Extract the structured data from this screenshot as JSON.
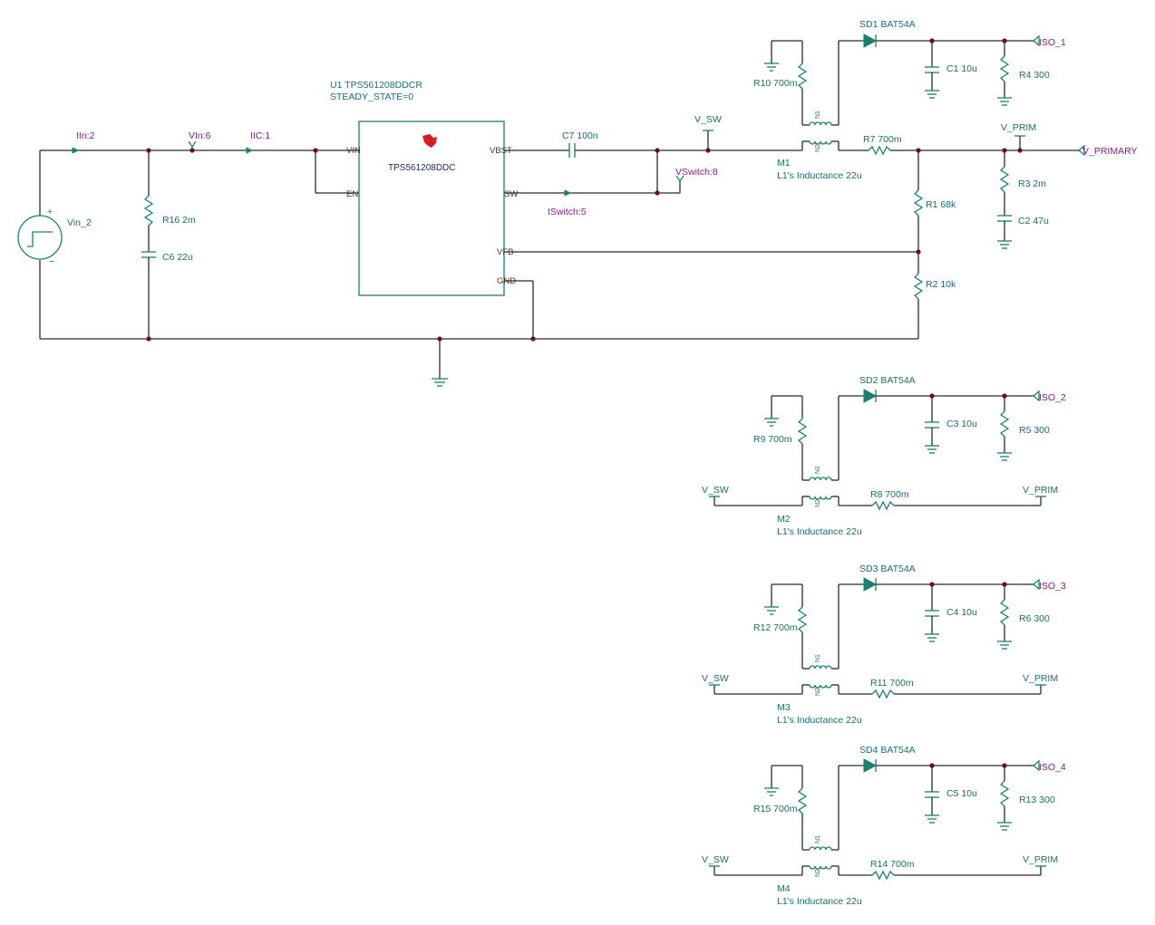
{
  "ic": {
    "ref": "U1 TPS561208DDCR",
    "param": "STEADY_STATE=0",
    "body_name": "TPS561208DDC",
    "pins": {
      "vin": "VIN",
      "en": "EN",
      "vbst": "VBST",
      "sw": "SW",
      "vfb": "VFB",
      "gnd": "GND"
    }
  },
  "source": {
    "name": "Vin_2"
  },
  "probes": {
    "iin": "IIn:2",
    "vin": "VIn:6",
    "iic": "IIC:1",
    "vswitch": "VSwitch:8",
    "iswitch": "ISwitch:5"
  },
  "components": {
    "r16": "R16 2m",
    "c6": "C6 22u",
    "c7": "C7 100n",
    "r1": "R1 68k",
    "r2": "R2 10k",
    "r3": "R3 2m",
    "c2": "C2 47u"
  },
  "nets": {
    "v_sw": "V_SW",
    "v_prim": "V_PRIM",
    "v_primary": "V_PRIMARY"
  },
  "winding_labels": {
    "primary": "N1",
    "secondary": "N2"
  },
  "stages": [
    {
      "diode": "SD1 BAT54A",
      "cap": "C1 10u",
      "load": "R4 300",
      "port": "ISO_1",
      "rsec": "R10 700m",
      "rpri": "R7 700m",
      "xfmr": "M1",
      "inductance": "L1's Inductance 22u"
    },
    {
      "diode": "SD2 BAT54A",
      "cap": "C3 10u",
      "load": "R5 300",
      "port": "ISO_2",
      "rsec": "R9 700m",
      "rpri": "R8 700m",
      "xfmr": "M2",
      "inductance": "L1's Inductance 22u"
    },
    {
      "diode": "SD3 BAT54A",
      "cap": "C4 10u",
      "load": "R6 300",
      "port": "ISO_3",
      "rsec": "R12 700m",
      "rpri": "R11 700m",
      "xfmr": "M3",
      "inductance": "L1's Inductance 22u"
    },
    {
      "diode": "SD4 BAT54A",
      "cap": "C5 10u",
      "load": "R13 300",
      "port": "ISO_4",
      "rsec": "R15 700m",
      "rpri": "R14 700m",
      "xfmr": "M4",
      "inductance": "L1's Inductance 22u"
    }
  ],
  "colors": {
    "wire": "#2b2b2b",
    "component": "#1a8070",
    "junction": "#6b1111",
    "probe": "#8a1a8a",
    "ti_logo": "#d42020"
  }
}
